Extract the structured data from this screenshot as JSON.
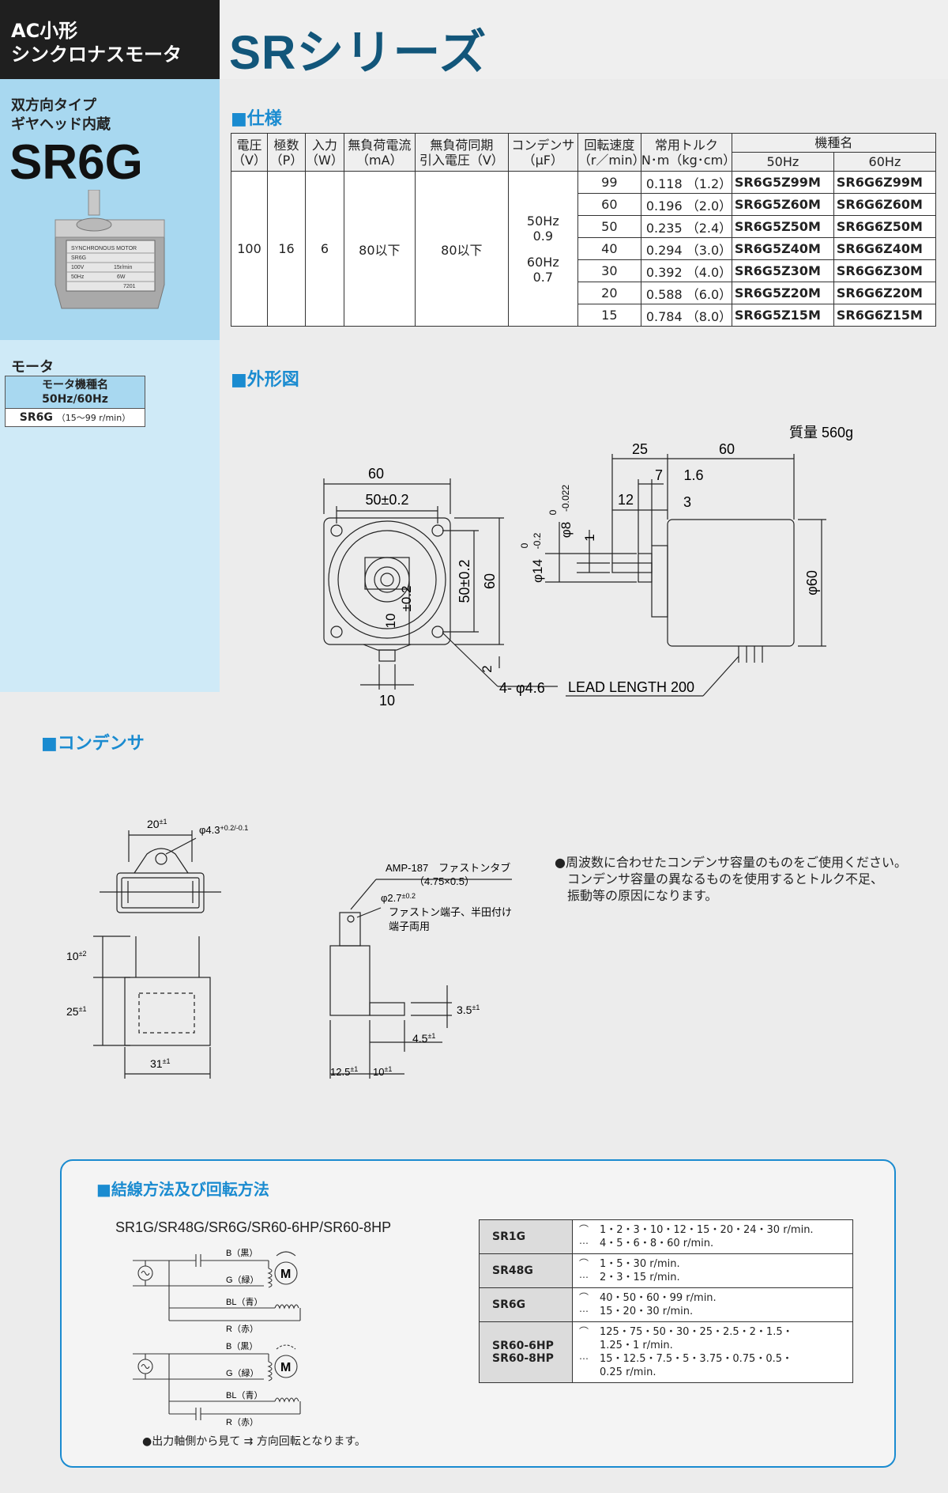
{
  "header": {
    "category_line1": "AC小形",
    "category_line2": "シンクロナスモータ",
    "series": "SRシリーズ"
  },
  "left": {
    "subtype_line1": "双方向タイプ",
    "subtype_line2": "ギヤヘッド内蔵",
    "model": "SR6G",
    "motor_label": "モータ",
    "motor_table_h1": "モータ機種名",
    "motor_table_h2": "50Hz/60Hz",
    "motor_name": "SR6G",
    "motor_range": "（15～99 r/min）",
    "nameplate": {
      "title": "SYNCHRONOUS MOTOR",
      "model": "SR6G",
      "voltage": "100V",
      "speed": "15r/min",
      "hz": "50Hz",
      "watt": "6W",
      "number": "7201"
    }
  },
  "spec": {
    "title": "■仕様",
    "headers": {
      "voltage": "電圧",
      "voltage_u": "（V）",
      "poles": "極数",
      "poles_u": "（P）",
      "input": "入力",
      "input_u": "（W）",
      "current": "無負荷電流",
      "current_u": "（mA）",
      "pullin": "無負荷同期",
      "pullin_u": "引入電圧（V）",
      "cap": "コンデンサ",
      "cap_u": "（μF）",
      "speed": "回転速度",
      "speed_u": "（r／min）",
      "torque": "常用トルク",
      "torque_u": "N･m（kg･cm）",
      "model": "機種名",
      "hz50": "50Hz",
      "hz60": "60Hz"
    },
    "common": {
      "voltage": "100",
      "poles": "16",
      "input": "6",
      "current": "80以下",
      "pullin": "80以下",
      "cap50_label": "50Hz",
      "cap50": "0.9",
      "cap60_label": "60Hz",
      "cap60": "0.7"
    },
    "rows": [
      {
        "speed": "99",
        "torque": "0.118 （1.2）",
        "m50": "SR6G5Z99M",
        "m60": "SR6G6Z99M"
      },
      {
        "speed": "60",
        "torque": "0.196 （2.0）",
        "m50": "SR6G5Z60M",
        "m60": "SR6G6Z60M"
      },
      {
        "speed": "50",
        "torque": "0.235 （2.4）",
        "m50": "SR6G5Z50M",
        "m60": "SR6G6Z50M"
      },
      {
        "speed": "40",
        "torque": "0.294 （3.0）",
        "m50": "SR6G5Z40M",
        "m60": "SR6G6Z40M"
      },
      {
        "speed": "30",
        "torque": "0.392 （4.0）",
        "m50": "SR6G5Z30M",
        "m60": "SR6G6Z30M"
      },
      {
        "speed": "20",
        "torque": "0.588 （6.0）",
        "m50": "SR6G5Z20M",
        "m60": "SR6G6Z20M"
      },
      {
        "speed": "15",
        "torque": "0.784 （8.0）",
        "m50": "SR6G5Z15M",
        "m60": "SR6G6Z15M"
      }
    ]
  },
  "outline": {
    "title": "■外形図",
    "mass": "質量 560g",
    "front": {
      "w60": "60",
      "w50": "50±0.2",
      "h50": "50±0.2",
      "h60": "60",
      "c10": "10",
      "c02": "±0.2",
      "d2": "2",
      "b10": "10",
      "holes": "4- φ4.6"
    },
    "side": {
      "d25": "25",
      "d60": "60",
      "d7": "7",
      "d16": "1.6",
      "d12": "12",
      "d3": "3",
      "d1": "1",
      "shaft8": "φ8",
      "shaft8_tol": "0",
      "shaft8_tol2": "-0.022",
      "boss14": "φ14",
      "boss14_tol": "0",
      "boss14_tol2": "-0.2",
      "dia60": "φ60",
      "lead": "LEAD LENGTH 200"
    }
  },
  "condenser": {
    "title": "■コンデンサ",
    "d20": "20",
    "t20": "±1",
    "hole": "φ4.3",
    "hole_tol": "+0.2/-0.1",
    "d10": "10",
    "t10": "±2",
    "d25": "25",
    "t25": "±1",
    "d31": "31",
    "t31": "±1",
    "amp": "AMP-187　ファストンタブ",
    "amp_size": "（4.75×0.5）",
    "tab_hole": "φ2.7",
    "tab_hole_tol": "±0.2",
    "terminal1": "ファストン端子、半田付け",
    "terminal2": "端子両用",
    "d35": "3.5",
    "t35": "±1",
    "d45": "4.5",
    "t45": "±1",
    "d125": "12.5",
    "t125": "±1",
    "d10b": "10",
    "t10b": "±1",
    "note1": "●周波数に合わせたコンデンサ容量のものをご使用ください。",
    "note2": "　コンデンサ容量の異なるものを使用するとトルク不足、",
    "note3": "　振動等の原因になります。"
  },
  "wiring": {
    "title": "■結線方法及び回転方法",
    "models": "SR1G/SR48G/SR6G/SR60-6HP/SR60-8HP",
    "b": "B（黒）",
    "g": "G（緑）",
    "bl": "BL（青）",
    "r": "R（赤）",
    "m": "M",
    "rows": [
      {
        "name": "SR1G",
        "cw": "1・2・3・10・12・15・20・24・30 r/min.",
        "ccw": "4・5・6・8・60 r/min."
      },
      {
        "name": "SR48G",
        "cw": "1・5・30 r/min.",
        "ccw": "2・3・15 r/min."
      },
      {
        "name": "SR6G",
        "cw": "40・50・60・99 r/min.",
        "ccw": "15・20・30 r/min."
      },
      {
        "name": "SR60-6HP",
        "name2": "SR60-8HP",
        "cw": "125・75・50・30・25・2.5・2・1.5・",
        "cw2": "1.25・1 r/min.",
        "ccw": "15・12.5・7.5・5・3.75・0.75・0.5・",
        "ccw2": "0.25 r/min."
      }
    ],
    "foot": "●出力軸側から見て ⇉ 方向回転となります。"
  }
}
